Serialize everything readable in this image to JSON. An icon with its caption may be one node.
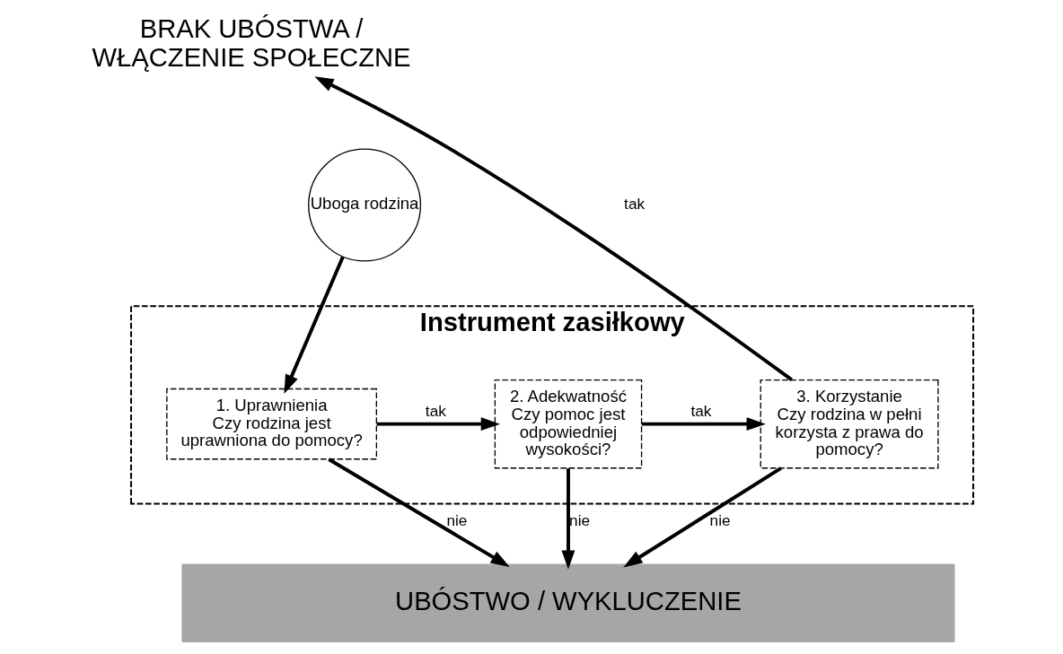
{
  "diagram": {
    "nodes": [
      {
        "text": [
          "BRAK UBÓSTWA / WŁĄCZENIE SPOŁECZNE"
        ]
      },
      {
        "text": [
          "Instrument zasiłkowy"
        ]
      },
      {
        "text": [
          "Uboga rodzina"
        ]
      },
      {
        "text": [
          "1. Uprawnienia",
          "Czy rodzina jest uprawniona do pomocy?"
        ],
        "in": 1
      },
      {
        "text": [
          "2. Adekwatność",
          "Czy pomoc jest odpowiedniej wysokości?"
        ],
        "in": 1
      },
      {
        "text": [
          "3. Korzystanie",
          "Czy rodzina w pełni korzysta z prawa do pomocy?"
        ],
        "in": 1
      },
      {
        "text": [
          "UBÓSTWO / WYKLUCZENIE"
        ]
      }
    ],
    "edges": [
      {
        "from": 2,
        "to": 3,
        "arrow": "to"
      },
      {
        "from": 3,
        "to": 4,
        "arrow": "to",
        "label": "tak"
      },
      {
        "from": 4,
        "to": 5,
        "arrow": "to",
        "label": "tak"
      },
      {
        "from": 5,
        "to": 0,
        "arrow": "to",
        "label": "tak"
      },
      {
        "from": 3,
        "to": 6,
        "arrow": "to",
        "label": "nie"
      },
      {
        "from": 4,
        "to": 6,
        "arrow": "to",
        "label": "nie"
      },
      {
        "from": 5,
        "to": 6,
        "arrow": "to",
        "label": "nie"
      }
    ]
  }
}
